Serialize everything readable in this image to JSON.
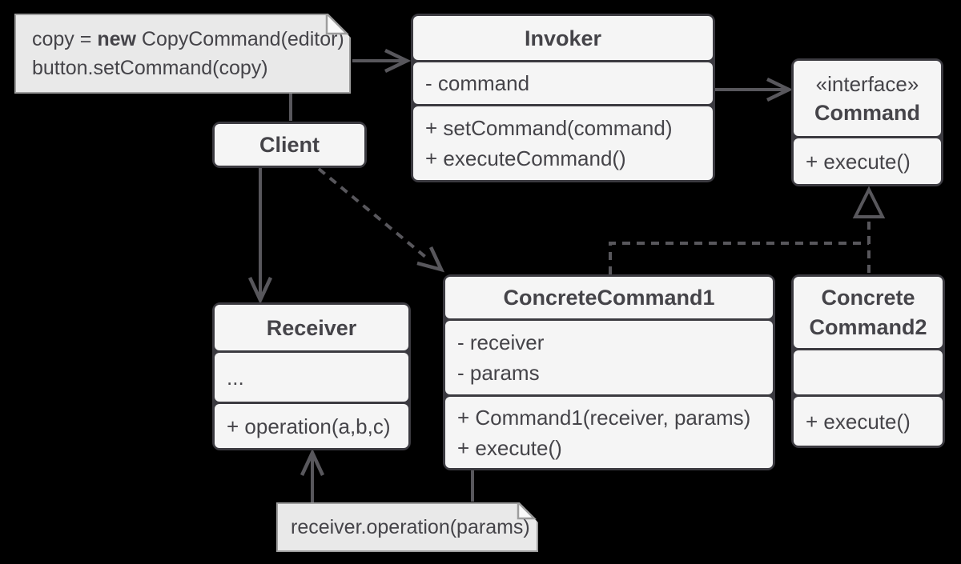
{
  "diagram": {
    "pattern": "Command design pattern UML",
    "colors": {
      "background": "#000000",
      "box_fill": "#f5f5f5",
      "box_frame": "#3b3a40",
      "note_fill": "#e9e9e9",
      "note_border": "#9d9d9d",
      "text": "#454449",
      "line": "#58575c"
    }
  },
  "notes": {
    "client_code": {
      "line1_pre": "copy = ",
      "line1_bold": "new",
      "line1_post": " CopyCommand(editor)",
      "line2": "button.setCommand(copy)"
    },
    "receiver_call": {
      "text": "receiver.operation(params)"
    }
  },
  "classes": {
    "invoker": {
      "title": "Invoker",
      "attributes": [
        "- command"
      ],
      "methods": [
        "+ setCommand(command)",
        "+ executeCommand()"
      ]
    },
    "command": {
      "stereotype": "«interface»",
      "title": "Command",
      "methods": [
        "+ execute()"
      ]
    },
    "client": {
      "title": "Client"
    },
    "receiver": {
      "title": "Receiver",
      "attributes": [
        "..."
      ],
      "methods": [
        "+ operation(a,b,c)"
      ]
    },
    "concrete_command1": {
      "title": "ConcreteCommand1",
      "attributes": [
        "- receiver",
        "- params"
      ],
      "methods": [
        "+ Command1(receiver, params)",
        "+ execute()"
      ]
    },
    "concrete_command2": {
      "title_line1": "Concrete",
      "title_line2": "Command2",
      "methods": [
        "+ execute()"
      ]
    }
  }
}
